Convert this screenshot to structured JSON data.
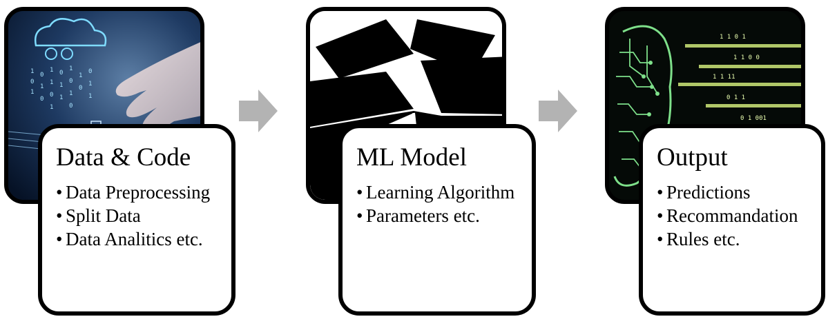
{
  "stages": [
    {
      "title": "Data & Code",
      "items": [
        "Data Preprocessing",
        "Split Data",
        "Data Analitics etc."
      ]
    },
    {
      "title": "ML Model",
      "items": [
        "Learning Algorithm",
        "Parameters etc."
      ]
    },
    {
      "title": "Output",
      "items": [
        "Predictions",
        "Recommandation",
        "Rules etc."
      ]
    }
  ],
  "bullet_char": "•",
  "colors": {
    "arrow": "#b3b3b3",
    "border": "#000000",
    "cloud_glow": "#7fdcff",
    "circuit_green": "#7ee08a"
  },
  "icons": [
    "cloud-data-image",
    "open-box-image",
    "ai-brain-circuit-image",
    "arrow-right-icon"
  ]
}
